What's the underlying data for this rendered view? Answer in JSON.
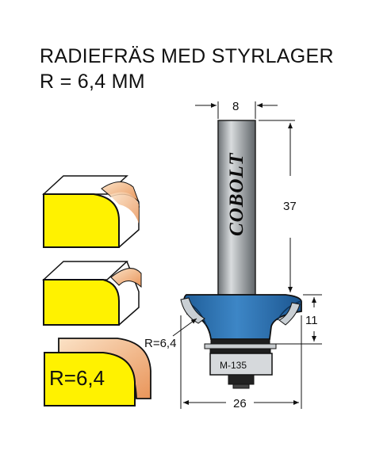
{
  "header": {
    "title_line1": "RADIEFRÄS MED STYRLAGER",
    "title_line2": "R = 6,4 MM"
  },
  "dimensions": {
    "shank_diameter": "8",
    "shank_length": "37",
    "cutting_height": "11",
    "overall_diameter": "26",
    "radius_callout": "R=6,4"
  },
  "bit": {
    "brand": "COBOLT",
    "bearing_model": "M-135",
    "shank_color": "#a9adb0",
    "body_color": "#2a6fae"
  },
  "profiles": {
    "profile_label": "R=6,4",
    "workpiece_color": "#fff200",
    "wood_color": "#f5b57e"
  }
}
